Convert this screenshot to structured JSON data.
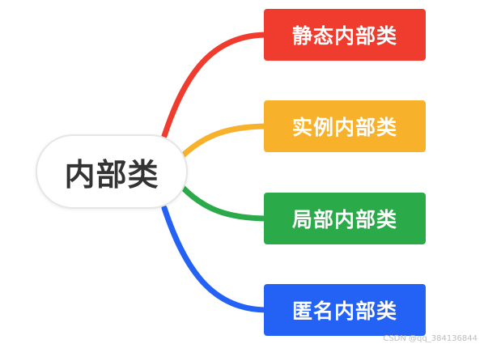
{
  "diagram": {
    "root": {
      "label": "内部类"
    },
    "children": [
      {
        "label": "静态内部类",
        "color": "#f03c2f"
      },
      {
        "label": "实例内部类",
        "color": "#f7b12b"
      },
      {
        "label": "局部内部类",
        "color": "#2baa49"
      },
      {
        "label": "匿名内部类",
        "color": "#2462f5"
      }
    ]
  },
  "watermark": {
    "text": "CSDN @qq_384136844"
  }
}
